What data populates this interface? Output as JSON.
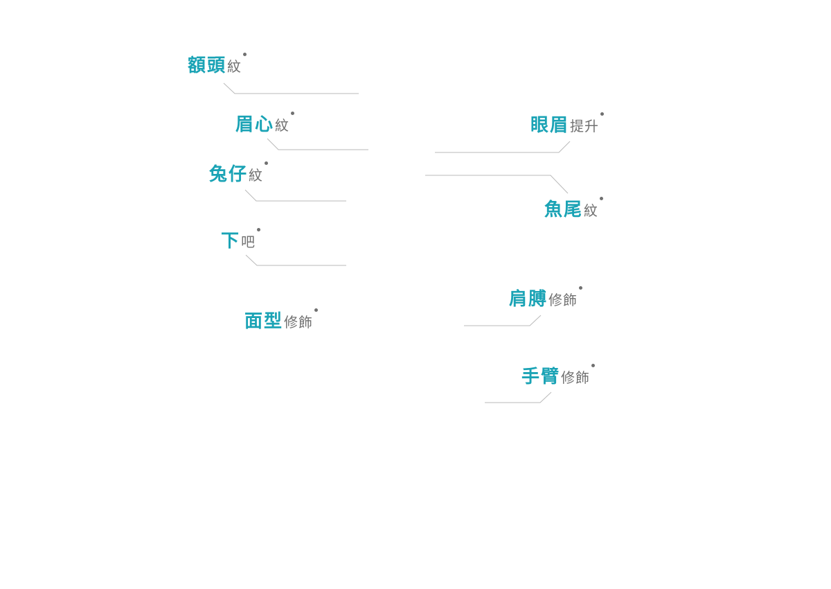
{
  "colors": {
    "accent": "#1aa3b5",
    "secondary": "#707070",
    "dot": "#707070",
    "leader_line": "#b9b9b9"
  },
  "treatments": [
    {
      "id": "forehead",
      "main": "額頭",
      "sub": "紋"
    },
    {
      "id": "glabella",
      "main": "眉心",
      "sub": "紋"
    },
    {
      "id": "bunny",
      "main": "兔仔",
      "sub": "紋"
    },
    {
      "id": "chin",
      "main": "下",
      "sub": "吧"
    },
    {
      "id": "face",
      "main": "面型",
      "sub": "修飾"
    },
    {
      "id": "brow-lift",
      "main": "眼眉",
      "sub": "提升"
    },
    {
      "id": "crows-feet",
      "main": "魚尾",
      "sub": "紋"
    },
    {
      "id": "shoulder",
      "main": "肩膊",
      "sub": "修飾"
    },
    {
      "id": "arm",
      "main": "手臂",
      "sub": "修飾"
    }
  ]
}
